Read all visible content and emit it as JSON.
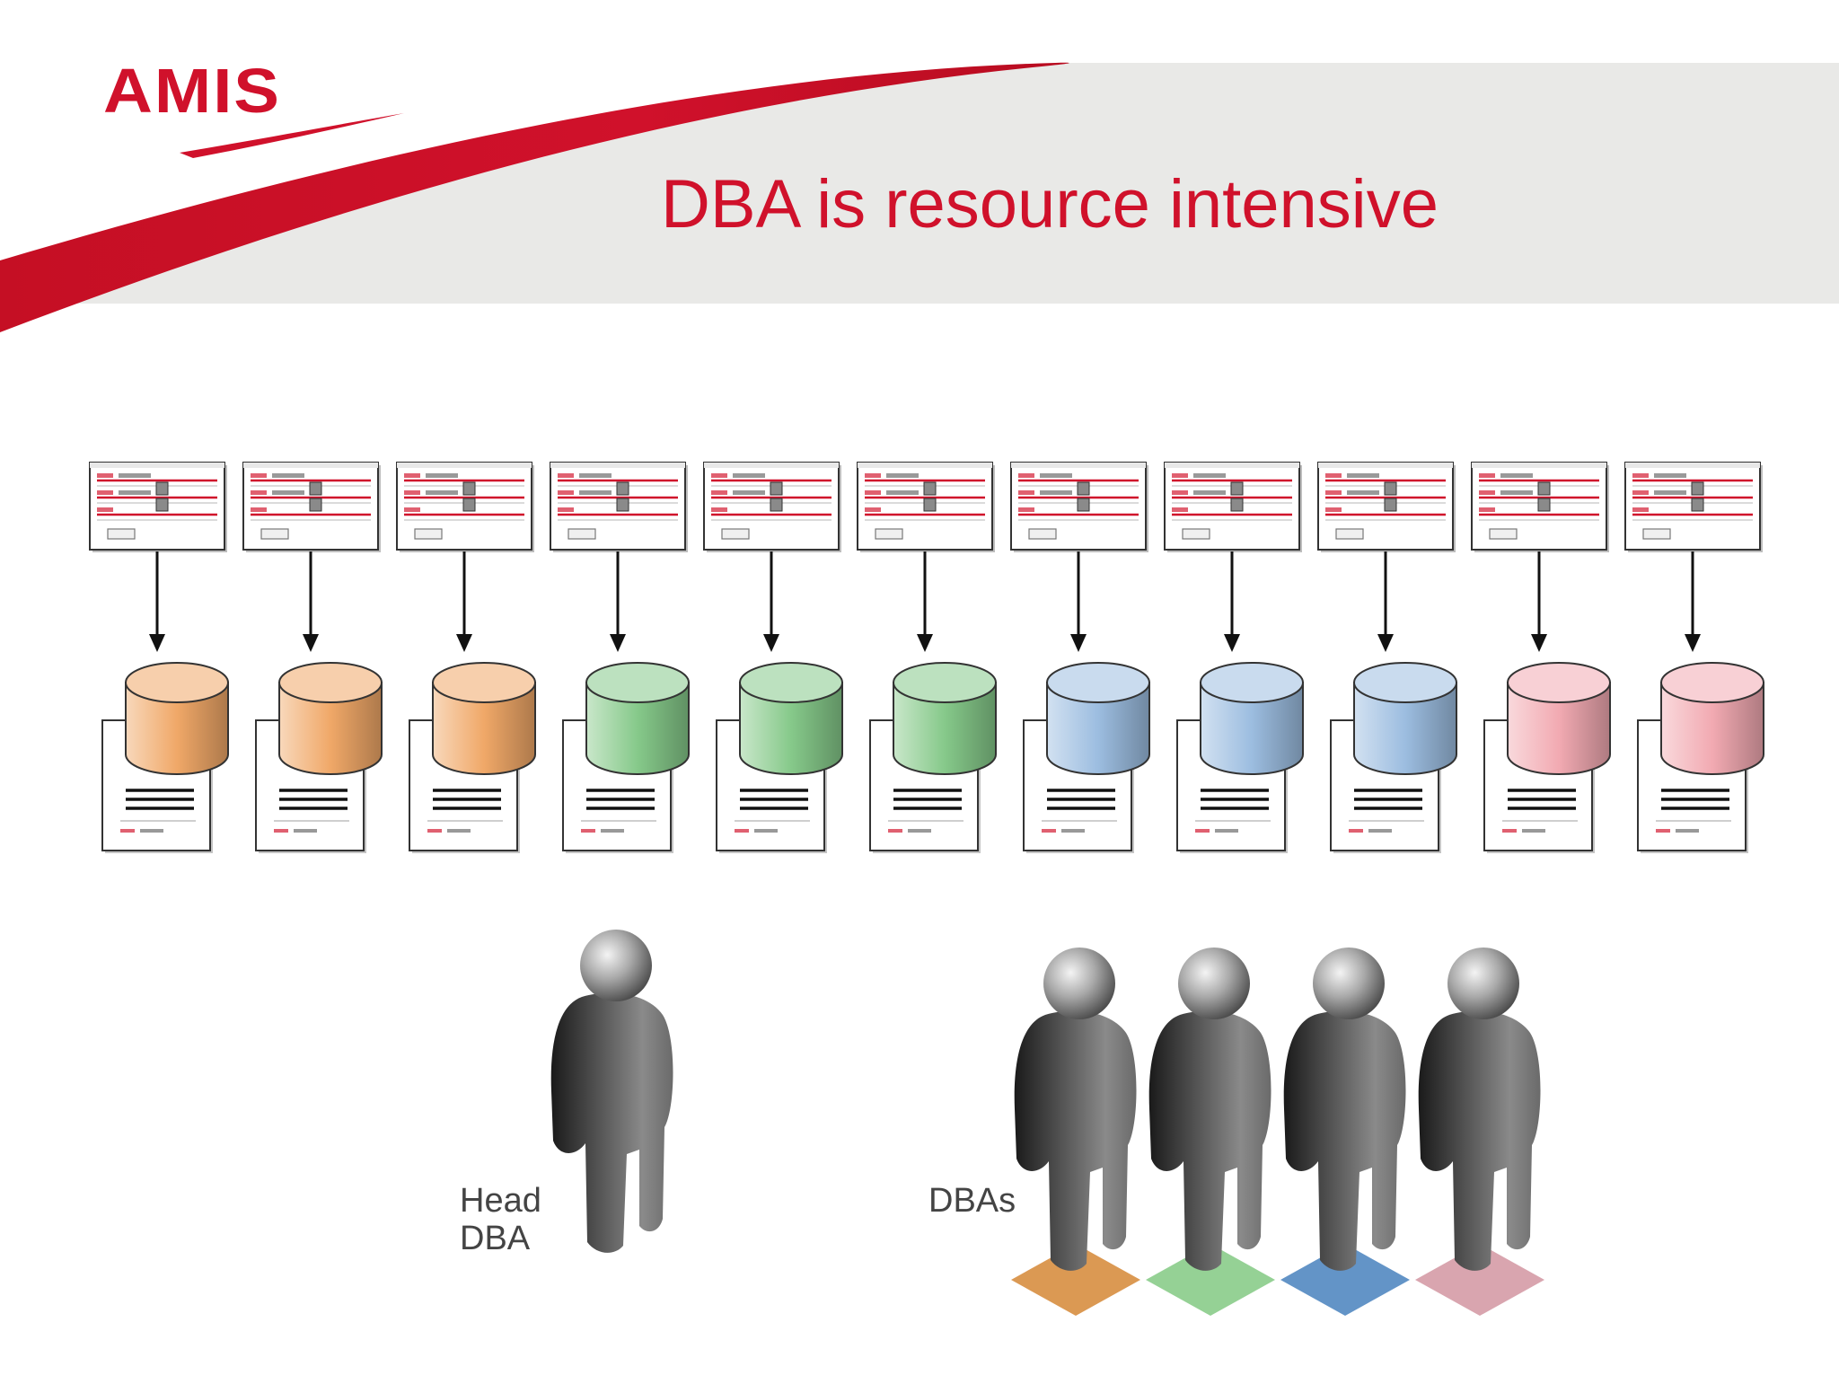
{
  "header": {
    "logo_text": "AMIS",
    "title": "DBA is resource intensive"
  },
  "diagram": {
    "app_count": 11,
    "db_groups": [
      {
        "color": "#f0a868",
        "count": 3
      },
      {
        "color": "#86c98a",
        "count": 3
      },
      {
        "color": "#9cbde0",
        "count": 3
      },
      {
        "color": "#f2aab2",
        "count": 2
      }
    ],
    "people": {
      "head_label_line1": "Head",
      "head_label_line2": "DBA",
      "team_label": "DBAs",
      "team_count": 4,
      "team_colors": [
        "#d9934a",
        "#8fcf8f",
        "#5b8ec4",
        "#d7a0ab"
      ]
    }
  },
  "colors": {
    "brand_red": "#d0112b",
    "header_gray": "#e9e9e7"
  }
}
